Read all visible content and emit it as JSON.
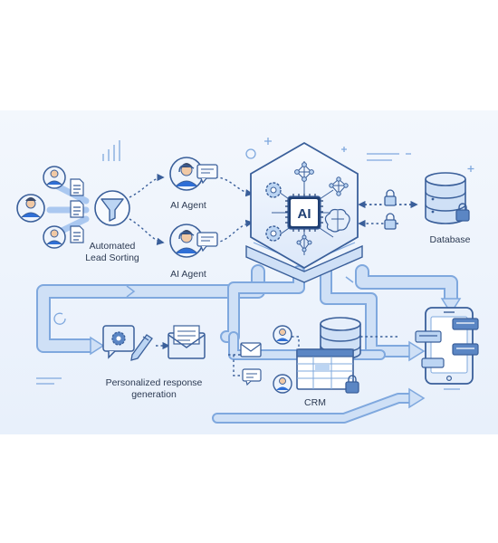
{
  "colors": {
    "background_panel": "#eef4fc",
    "flow_arrow": "#aac8f0",
    "flow_arrow_edge": "#7fa8de",
    "icon_stroke": "#3a5f9a",
    "icon_fill": "#d8e6f8",
    "accent": "#2f6fd6",
    "text": "#2c3a52"
  },
  "labels": {
    "lead_sorting": [
      "Automated",
      "Lead Sorting"
    ],
    "agent_top": "AI Agent",
    "agent_bottom": "AI Agent",
    "ai_core": "AI",
    "database": "Database",
    "response_generation": [
      "Personalized response",
      "generation"
    ],
    "crm": "CRM"
  },
  "icons": [
    "user-icon",
    "document-icon",
    "funnel-icon",
    "headset-agent-icon",
    "chat-bubble-icon",
    "ai-chip-icon",
    "gear-icon",
    "neural-network-icon",
    "brain-icon",
    "lock-icon",
    "database-icon",
    "smartphone-icon",
    "envelope-icon",
    "pencil-icon",
    "spreadsheet-icon"
  ]
}
